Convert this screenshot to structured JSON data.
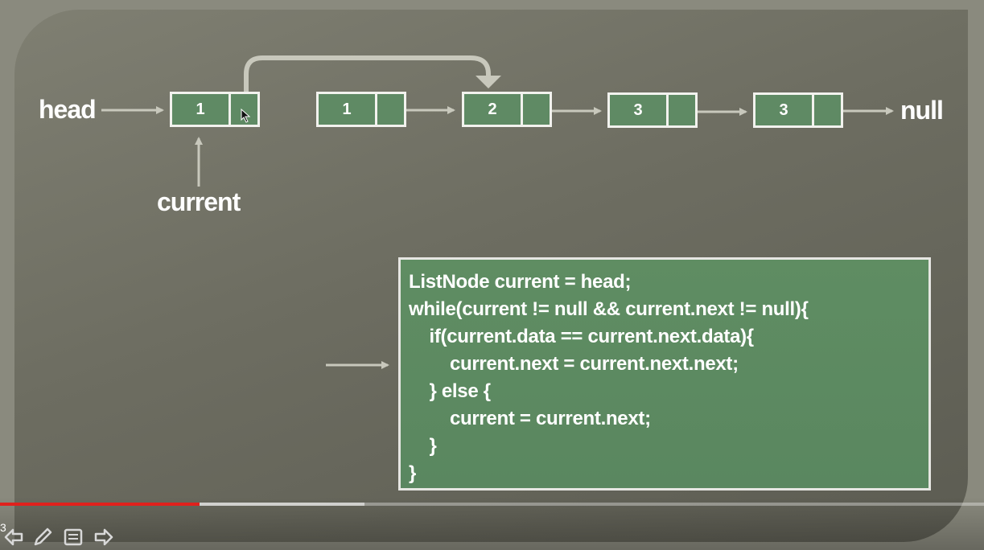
{
  "labels": {
    "head": "head",
    "current": "current",
    "null": "null"
  },
  "nodes": [
    {
      "value": "1"
    },
    {
      "value": "1"
    },
    {
      "value": "2"
    },
    {
      "value": "3"
    },
    {
      "value": "3"
    }
  ],
  "code": [
    "ListNode current = head;",
    "while(current != null && current.next != null){",
    "    if(current.data == current.next.data){",
    "        current.next = current.next.next;",
    "    } else {",
    "        current = current.next;",
    "    }",
    "}"
  ],
  "player": {
    "played_fraction": 0.203,
    "buffered_fraction": 0.37,
    "time_fragment": "3",
    "controls": [
      "prev-icon",
      "pen-icon",
      "notes-icon",
      "next-icon"
    ]
  },
  "colors": {
    "node_fill": "#5f8a64",
    "code_fill": "#5f8d62",
    "progress_played": "#e0211d",
    "arrow": "#c8c8bc"
  }
}
